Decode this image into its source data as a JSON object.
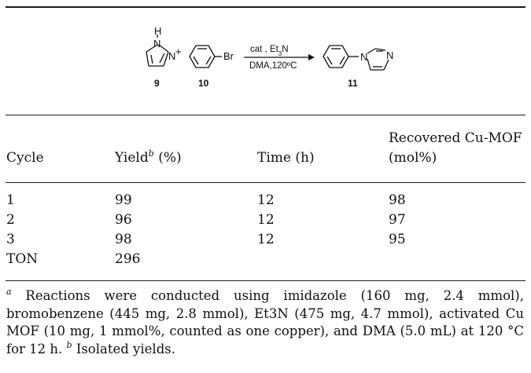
{
  "scheme": {
    "reactant_1_number": "9",
    "reactant_2_number": "10",
    "product_number": "11",
    "plus": "+",
    "reagent_above_prefix": "cat , Et",
    "reagent_above_sub": "3",
    "reagent_above_suffix": "N",
    "condition_below": "DMA,120ºC",
    "atom_N": "N",
    "atom_NH": "H",
    "atom_Br": "Br"
  },
  "table": {
    "columns": [
      {
        "label": "Cycle",
        "sup": ""
      },
      {
        "label": "Yield",
        "sup": "b",
        "suffix": " (%)"
      },
      {
        "label": "Time (h)",
        "sup": ""
      },
      {
        "label_line1": "Recovered Cu-MOF",
        "label_line2": "(mol%)"
      }
    ],
    "rows": [
      [
        "1",
        "99",
        "12",
        "98"
      ],
      [
        "2",
        "96",
        "12",
        "97"
      ],
      [
        "3",
        "98",
        "12",
        "95"
      ],
      [
        "TON",
        "296",
        "",
        ""
      ]
    ]
  },
  "footnote": {
    "mark_a": "a",
    "text_a": " Reactions were conducted using imidazole (160 mg, 2.4 mmol), bromobenzene (445 mg, 2.8 mmol), Et3N (475 mg, 4.7 mmol), activated Cu MOF (10 mg, 1 mmol%, counted as one copper), and DMA (5.0 mL) at 120 °C for 12 h. ",
    "mark_b": "b",
    "text_b": " Isolated yields."
  }
}
